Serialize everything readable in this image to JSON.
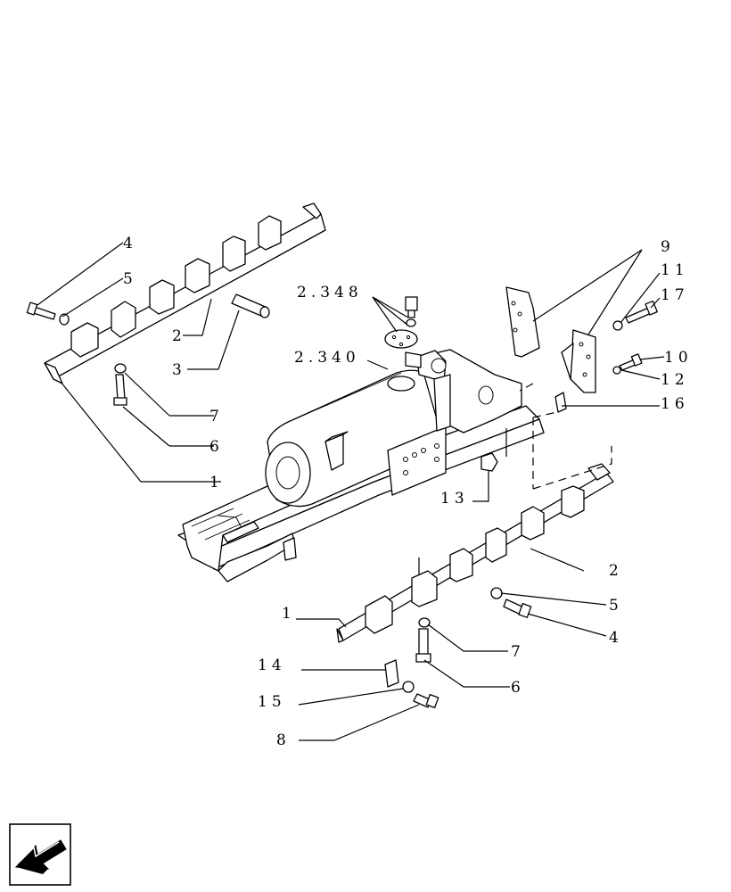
{
  "labels": {
    "l1_left": "1",
    "l1_bottom": "1",
    "l2_left": "2",
    "l2_right": "2",
    "l3": "3",
    "l4_left": "4",
    "l4_right": "4",
    "l5_left": "5",
    "l5_right": "5",
    "l6_left": "6",
    "l6_right": "6",
    "l7_left": "7",
    "l7_right": "7",
    "l8": "8",
    "l9": "9",
    "l10": "10",
    "l11": "11",
    "l12": "12",
    "l13": "13",
    "l14": "14",
    "l15": "15",
    "l16": "16",
    "l17": "17",
    "ref_2348": "2.348",
    "ref_2340": "2.340"
  },
  "icons": {
    "nav": "arrow-icon"
  },
  "colors": {
    "line": "#000000",
    "background": "#ffffff"
  }
}
